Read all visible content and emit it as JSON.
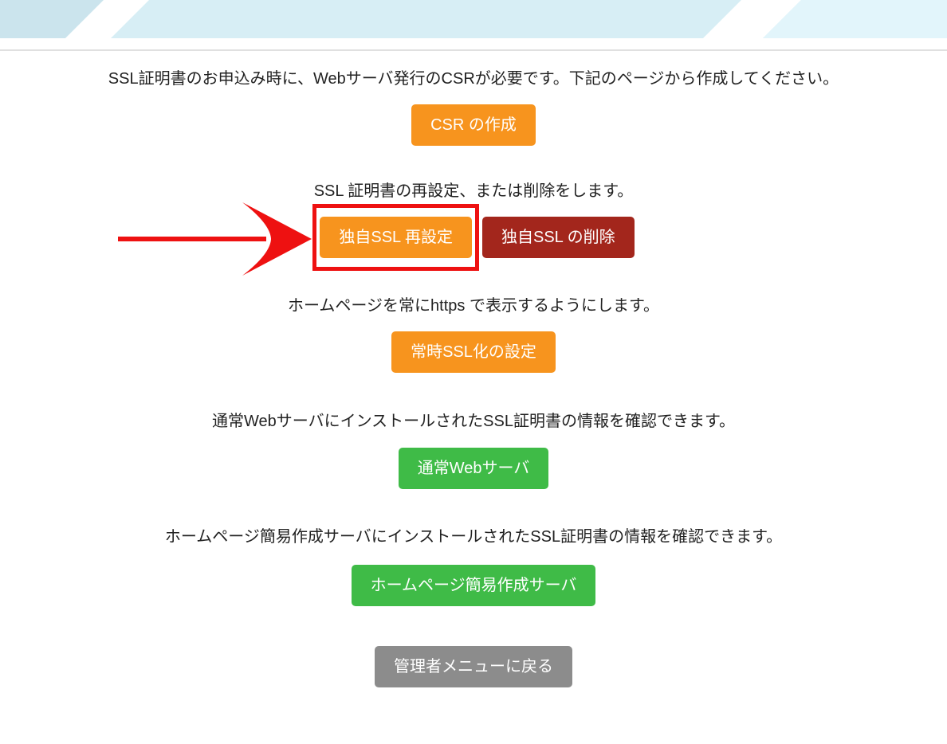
{
  "banner": {
    "stripe_colors": [
      "#CBE4ED",
      "#D7EEF5",
      "#E2F5FB"
    ]
  },
  "annotation": {
    "style": "red-arrow-pointing-at-highlight-box",
    "color": "#EE1111"
  },
  "sections": [
    {
      "text": "SSL証明書のお申込み時に、Webサーバ発行のCSRが必要です。下記のページから作成してください。",
      "buttons": [
        {
          "label": "CSR の作成",
          "color": "#F7941E"
        }
      ]
    },
    {
      "text": "SSL 証明書の再設定、または削除をします。",
      "buttons": [
        {
          "label": "独自SSL 再設定",
          "color": "#F7941E",
          "highlighted": true
        },
        {
          "label": "独自SSL の削除",
          "color": "#A3261C"
        }
      ]
    },
    {
      "text": "ホームページを常にhttps で表示するようにします。",
      "buttons": [
        {
          "label": "常時SSL化の設定",
          "color": "#F7941E"
        }
      ]
    },
    {
      "text": "通常WebサーバにインストールされたSSL証明書の情報を確認できます。",
      "buttons": [
        {
          "label": "通常Webサーバ",
          "color": "#3FBB47"
        }
      ]
    },
    {
      "text": "ホームページ簡易作成サーバにインストールされたSSL証明書の情報を確認できます。",
      "buttons": [
        {
          "label": "ホームページ簡易作成サーバ",
          "color": "#3FBB47"
        }
      ]
    }
  ],
  "footer": {
    "back_button": {
      "label": "管理者メニューに戻る",
      "color": "#8C8C8C"
    }
  }
}
